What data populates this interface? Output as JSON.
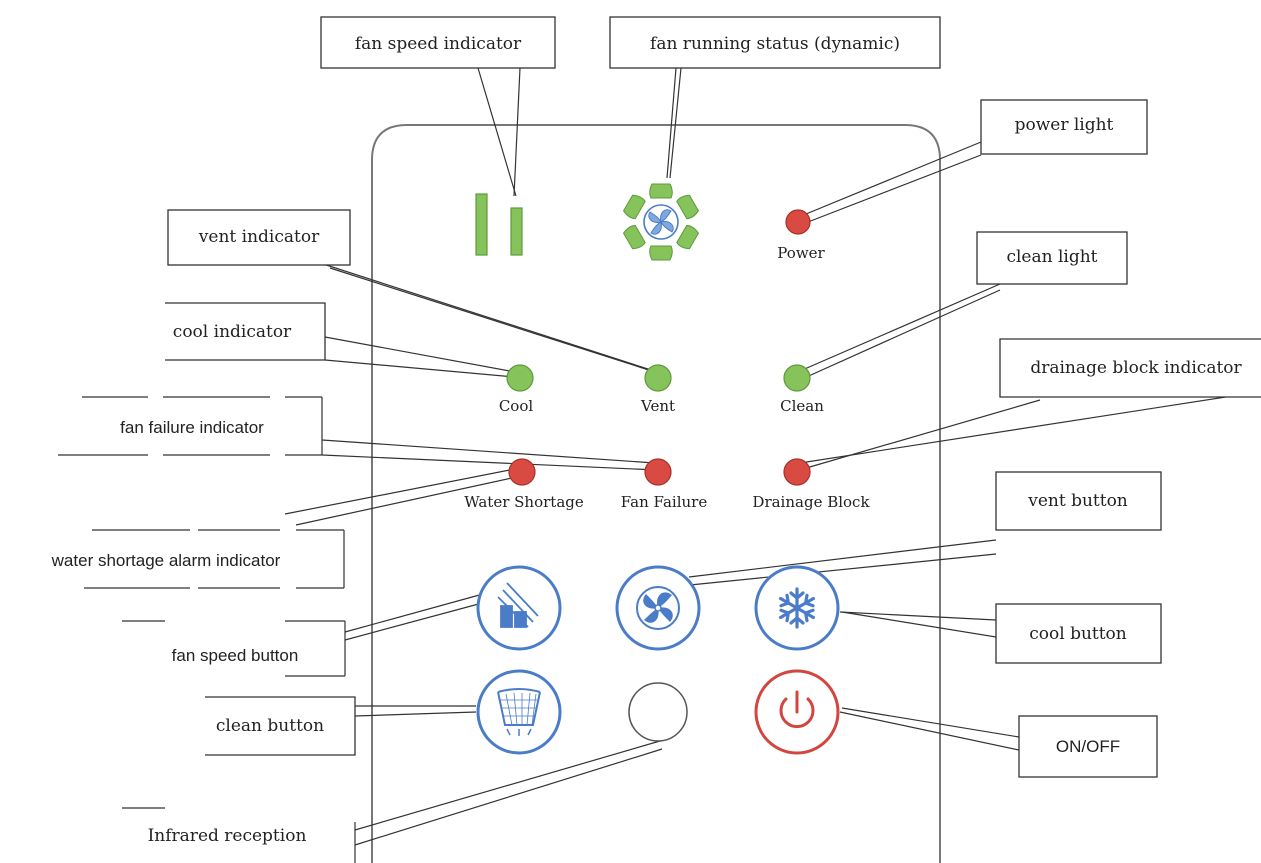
{
  "colors": {
    "green": "#86c35b",
    "green_stroke": "#5e9a3b",
    "red": "#d94a42",
    "red_stroke": "#a8302a",
    "blue": "#4a7cc8",
    "button_red": "#d2463f",
    "frame": "#777777"
  },
  "panel": {
    "power": "Power",
    "cool": "Cool",
    "vent": "Vent",
    "clean": "Clean",
    "water_shortage": "Water Shortage",
    "fan_failure": "Fan Failure",
    "drainage_block": "Drainage Block"
  },
  "callouts": {
    "fan_speed_indicator": "fan speed indicator",
    "fan_running_status": "fan running status (dynamic)",
    "power_light": "power light",
    "vent_indicator": "vent indicator",
    "clean_light": "clean light",
    "cool_indicator": "cool indicator",
    "drainage_block_indicator": "drainage block indicator",
    "fan_failure_indicator": "fan failure indicator",
    "vent_button": "vent button",
    "water_shortage_alarm_indicator": "water shortage alarm indicator",
    "fan_speed_button": "fan speed button",
    "cool_button": "cool button",
    "clean_button": "clean button",
    "on_off": "ON/OFF",
    "infrared_reception": "Infrared reception"
  },
  "icons": {
    "fan_speed_bars": "fan-speed-bars-icon",
    "fan_status": "fan-status-icon",
    "fan_speed_button": "fan-speed-icon",
    "vent_button": "fan-icon",
    "cool_button": "snowflake-icon",
    "clean_button": "clean-basket-icon",
    "on_off": "power-icon",
    "infrared": "infrared-sensor"
  }
}
